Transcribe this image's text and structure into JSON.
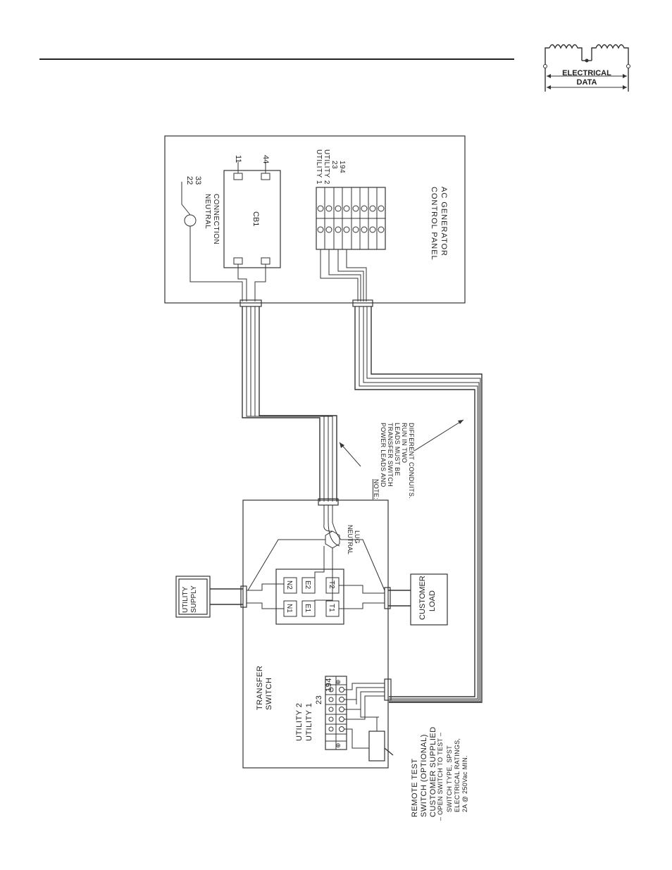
{
  "badge": {
    "line1": "ELECTRICAL",
    "line2": "DATA"
  },
  "panel": {
    "title_line1": "AC  GENERATOR",
    "title_line2": "CONTROL  PANEL",
    "neutral_line1": "NEUTRAL",
    "neutral_line2": "CONNECTION",
    "neutral_wires": [
      "22",
      "33"
    ],
    "breaker": "CB1",
    "breaker_terminals": [
      "11",
      "44"
    ],
    "terminal_labels": [
      "UTILITY  1",
      "UTILITY  2",
      "23",
      "194"
    ]
  },
  "note": {
    "heading": "NOTE:",
    "lines": [
      "POWER LEADS AND",
      "TRANSFER SWITCH",
      "LEADS MUST BE",
      "RUN IN TWO",
      "DIFFERENT CONDUITS."
    ]
  },
  "transfer_switch": {
    "title_line1": "TRANSFER",
    "title_line2": "SWITCH",
    "neutral_lug_line1": "NEUTRAL",
    "neutral_lug_line2": "LUG",
    "contacts": [
      "N1",
      "N2",
      "E1",
      "E2",
      "T1",
      "T2"
    ],
    "terminal_labels": [
      "UTILITY  1",
      "UTILITY  2",
      "23",
      "194"
    ]
  },
  "utility_supply": {
    "line1": "UTILITY",
    "line2": "SUPPLY"
  },
  "customer_load": {
    "line1": "CUSTOMER",
    "line2": "LOAD"
  },
  "remote_test": {
    "lines": [
      "REMOTE  TEST",
      "SWITCH  (OPTIONAL)",
      "CUSTOMER  SUPPLIED"
    ],
    "notes": [
      "–  OPEN SWITCH TO TEST  –",
      "SWITCH TYPE, SPST",
      "ELECTRICAL RATINGS,",
      "2A @ 250Vac MIN."
    ]
  }
}
